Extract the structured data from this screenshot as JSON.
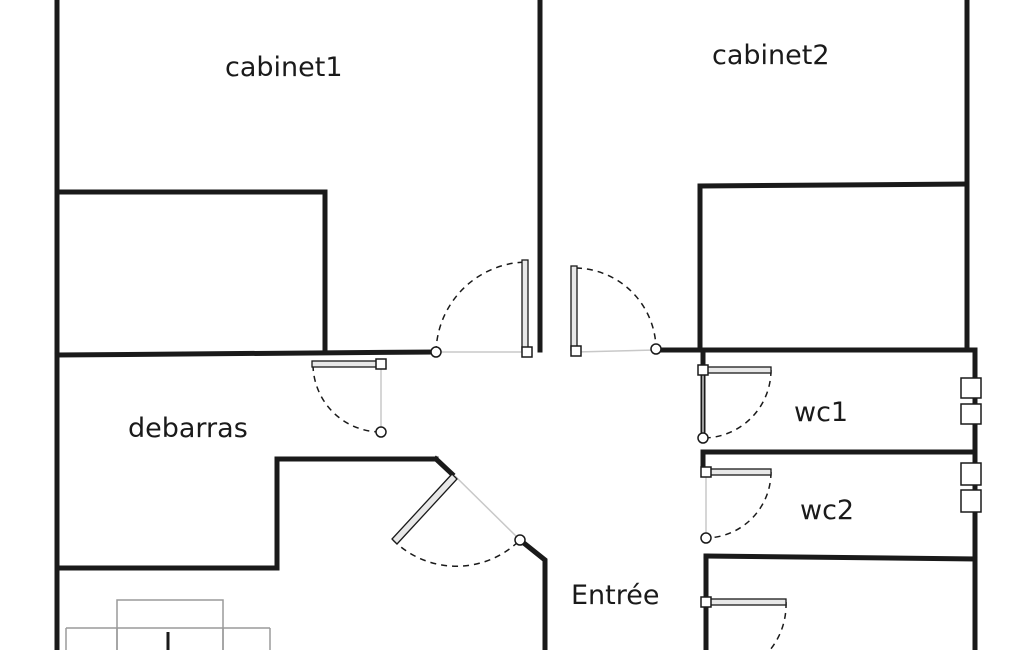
{
  "plan": {
    "rooms": [
      {
        "id": "cabinet1",
        "label": "cabinet1"
      },
      {
        "id": "cabinet2",
        "label": "cabinet2"
      },
      {
        "id": "debarras",
        "label": "debarras"
      },
      {
        "id": "wc1",
        "label": "wc1"
      },
      {
        "id": "wc2",
        "label": "wc2"
      },
      {
        "id": "entree",
        "label": "Entrée"
      }
    ]
  }
}
